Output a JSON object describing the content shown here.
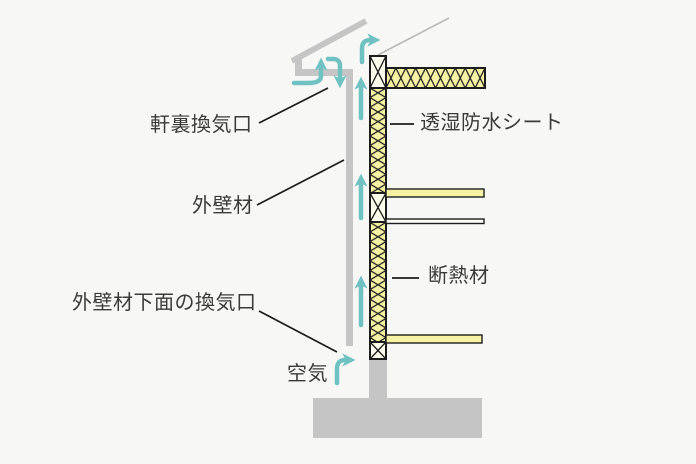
{
  "diagram": {
    "type": "wall-ventilation-cross-section",
    "labels": {
      "eaves_vent": "軒裏換気口",
      "exterior_wall": "外壁材",
      "exterior_wall_bottom_vent": "外壁材下面の換気口",
      "air": "空気",
      "waterproof_sheet": "透湿防水シート",
      "insulation": "断熱材"
    },
    "colors": {
      "background": "#f7f7f5",
      "structure-gray": "#c5c5c5",
      "thin-gray": "#b9b9b9",
      "arrow-teal": "#6fc1c2",
      "insulation-yellow": "#f6f2a3",
      "timber-cream": "#fdfbec",
      "line-black": "#1c1c1c",
      "text-dark": "#3a3a3a"
    }
  }
}
